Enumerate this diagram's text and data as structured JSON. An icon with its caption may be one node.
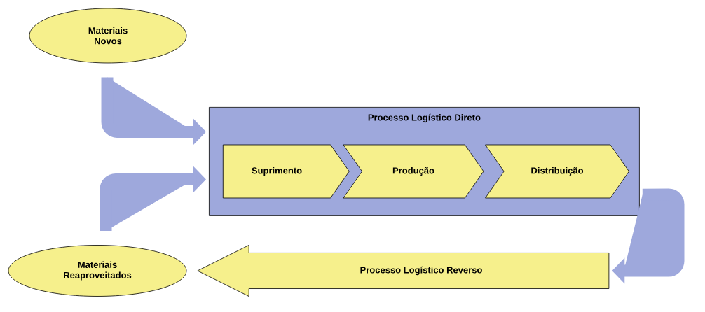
{
  "diagram": {
    "nodes": [
      {
        "text": [
          "Materiais Novos"
        ]
      },
      {
        "text": [
          "Processo Logístico Direto"
        ]
      },
      {
        "text": [
          "Suprimento"
        ],
        "in": 1
      },
      {
        "text": [
          "Produção"
        ],
        "in": 1
      },
      {
        "text": [
          "Distribuição"
        ],
        "in": 1
      },
      {
        "text": [
          "Processo Logístico Reverso"
        ]
      },
      {
        "text": [
          "Materiais Reaproveitados"
        ]
      }
    ],
    "edges": [
      {
        "from": 0,
        "to": 1,
        "arrow": "to"
      },
      {
        "from": 6,
        "to": 1,
        "arrow": "to"
      },
      {
        "from": 1,
        "to": 5,
        "arrow": "to"
      }
    ]
  }
}
